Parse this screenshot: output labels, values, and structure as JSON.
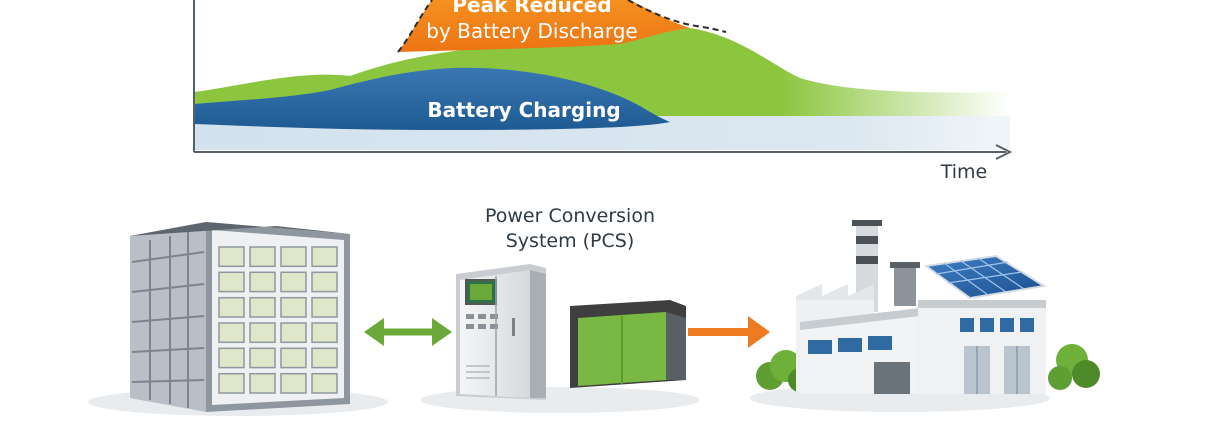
{
  "labels": {
    "peak_line1": "Peak Reduced",
    "peak_line2": "by Battery Discharge",
    "battery_charging": "Battery Charging",
    "time_axis": "Time",
    "pcs_line1": "Power Conversion",
    "pcs_line2": "System (PCS)"
  },
  "colors": {
    "peak_orange": "#f07d1a",
    "load_green": "#8cc63f",
    "charging_blue": "#2f6aa3",
    "base_blue": "#d5e3ef",
    "arrow_green": "#6aa83a",
    "arrow_orange": "#ee7a22",
    "axis": "#55606b"
  },
  "icons": {
    "battery_rack": "battery-storage-rack-icon",
    "pcs": "power-conversion-system-icon",
    "factory": "factory-with-solar-icon"
  }
}
